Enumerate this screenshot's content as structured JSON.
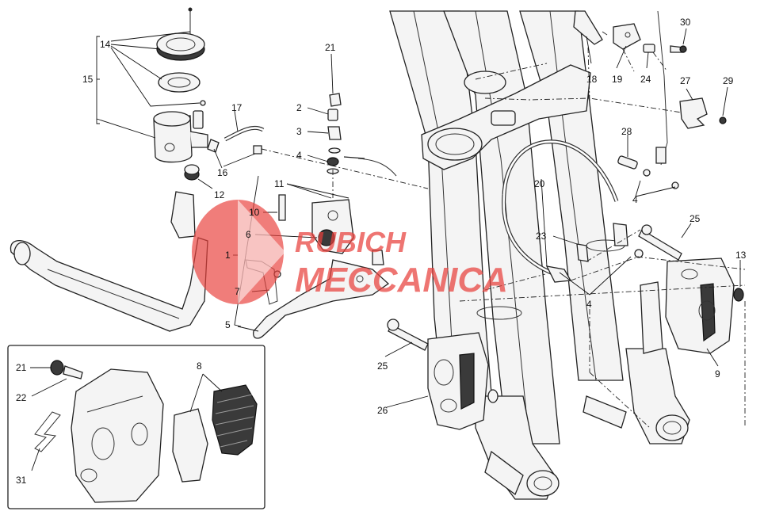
{
  "watermark": {
    "line1": "RUBICH",
    "line2": "MECCANICA",
    "brand_color": "#e8413c"
  },
  "callouts": {
    "c1": "1",
    "c2": "2",
    "c3": "3",
    "c4": "4",
    "c5": "5",
    "c6": "6",
    "c7": "7",
    "c8": "8",
    "c9": "9",
    "c10": "10",
    "c11": "11",
    "c12": "12",
    "c13": "13",
    "c14": "14",
    "c15": "15",
    "c16": "16",
    "c17": "17",
    "c18": "18",
    "c19": "19",
    "c20": "20",
    "c21": "21",
    "c22": "22",
    "c23": "23",
    "c24": "24",
    "c25": "25",
    "c26": "26",
    "c27": "27",
    "c28": "28",
    "c29": "29",
    "c30": "30",
    "c31": "31"
  },
  "icons": {
    "reservoir": "reservoir-icon",
    "lever": "brake-lever-icon",
    "caliper": "brake-caliper-icon",
    "pads": "brake-pads-icon",
    "hose": "brake-hose-icon"
  }
}
